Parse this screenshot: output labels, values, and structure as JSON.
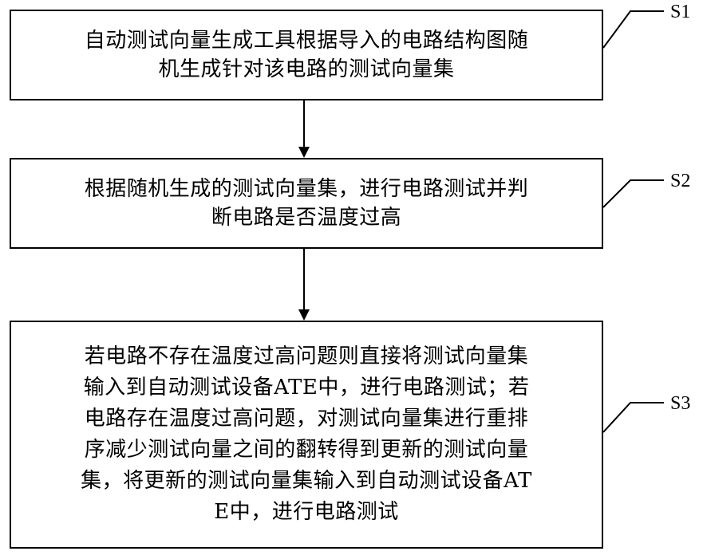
{
  "steps": [
    {
      "label": "S1",
      "lines": [
        "自动测试向量生成工具根据导入的电路结构图随",
        "机生成针对该电路的测试向量集"
      ]
    },
    {
      "label": "S2",
      "lines": [
        "根据随机生成的测试向量集，进行电路测试并判",
        "断电路是否温度过高"
      ]
    },
    {
      "label": "S3",
      "lines": [
        "若电路不存在温度过高问题则直接将测试向量集",
        "输入到自动测试设备ATE中，进行电路测试；若",
        "电路存在温度过高问题，对测试向量集进行重排",
        "序减少测试向量之间的翻转得到更新的测试向量",
        "集，将更新的测试向量集输入到自动测试设备AT",
        "E中，进行电路测试"
      ]
    }
  ],
  "colors": {
    "stroke": "#000000",
    "background": "#ffffff"
  }
}
